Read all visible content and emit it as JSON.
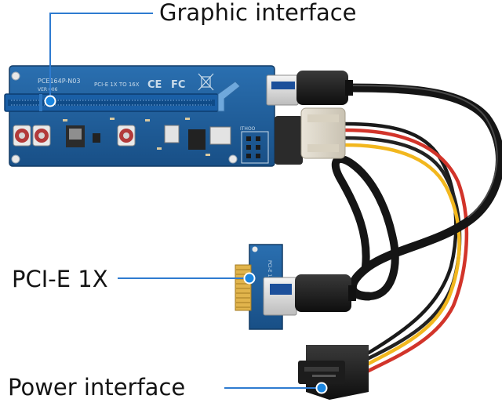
{
  "callouts": {
    "graphic": "Graphic interface",
    "pcie": "PCI-E 1X",
    "power": "Power interface"
  },
  "board_markings": {
    "model": "PCE164P-N03",
    "version": "VER 006",
    "slot_text": "PCI-E 1X TO 16X",
    "ce": "CE",
    "fc": "FC",
    "port_text": "ITHOO",
    "small_card_text": "PCI-E 1X Adapter"
  },
  "colors": {
    "pcb": "#1e5f9e",
    "pcb_dark": "#164a7c",
    "callout_line": "#2e7bd0",
    "callout_dot": "#1b86e0",
    "wire_red": "#d2342a",
    "wire_yellow": "#f2b71e",
    "wire_black": "#1c1c1c",
    "gold": "#d8a63a"
  }
}
